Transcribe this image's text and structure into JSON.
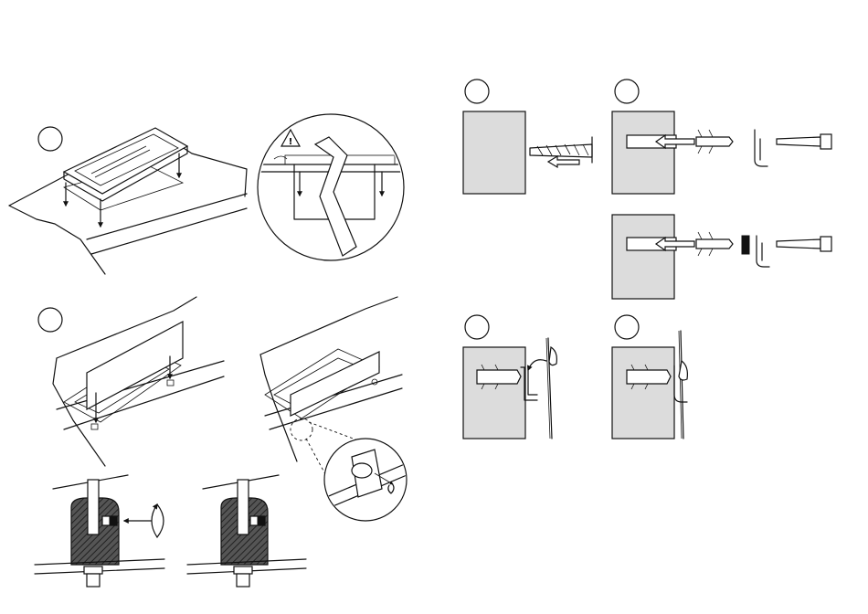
{
  "steps": [
    {
      "id": "step-1",
      "number": ""
    },
    {
      "id": "step-2",
      "number": ""
    },
    {
      "id": "step-a",
      "number": ""
    },
    {
      "id": "step-b",
      "number": ""
    },
    {
      "id": "step-c",
      "number": ""
    },
    {
      "id": "step-d",
      "number": ""
    }
  ],
  "icons": {
    "warning": "warning-triangle-icon",
    "rotate": "rotate-arrow-icon"
  },
  "colors": {
    "line": "#111111",
    "wall": "#dcdcdc",
    "background": "#ffffff"
  }
}
